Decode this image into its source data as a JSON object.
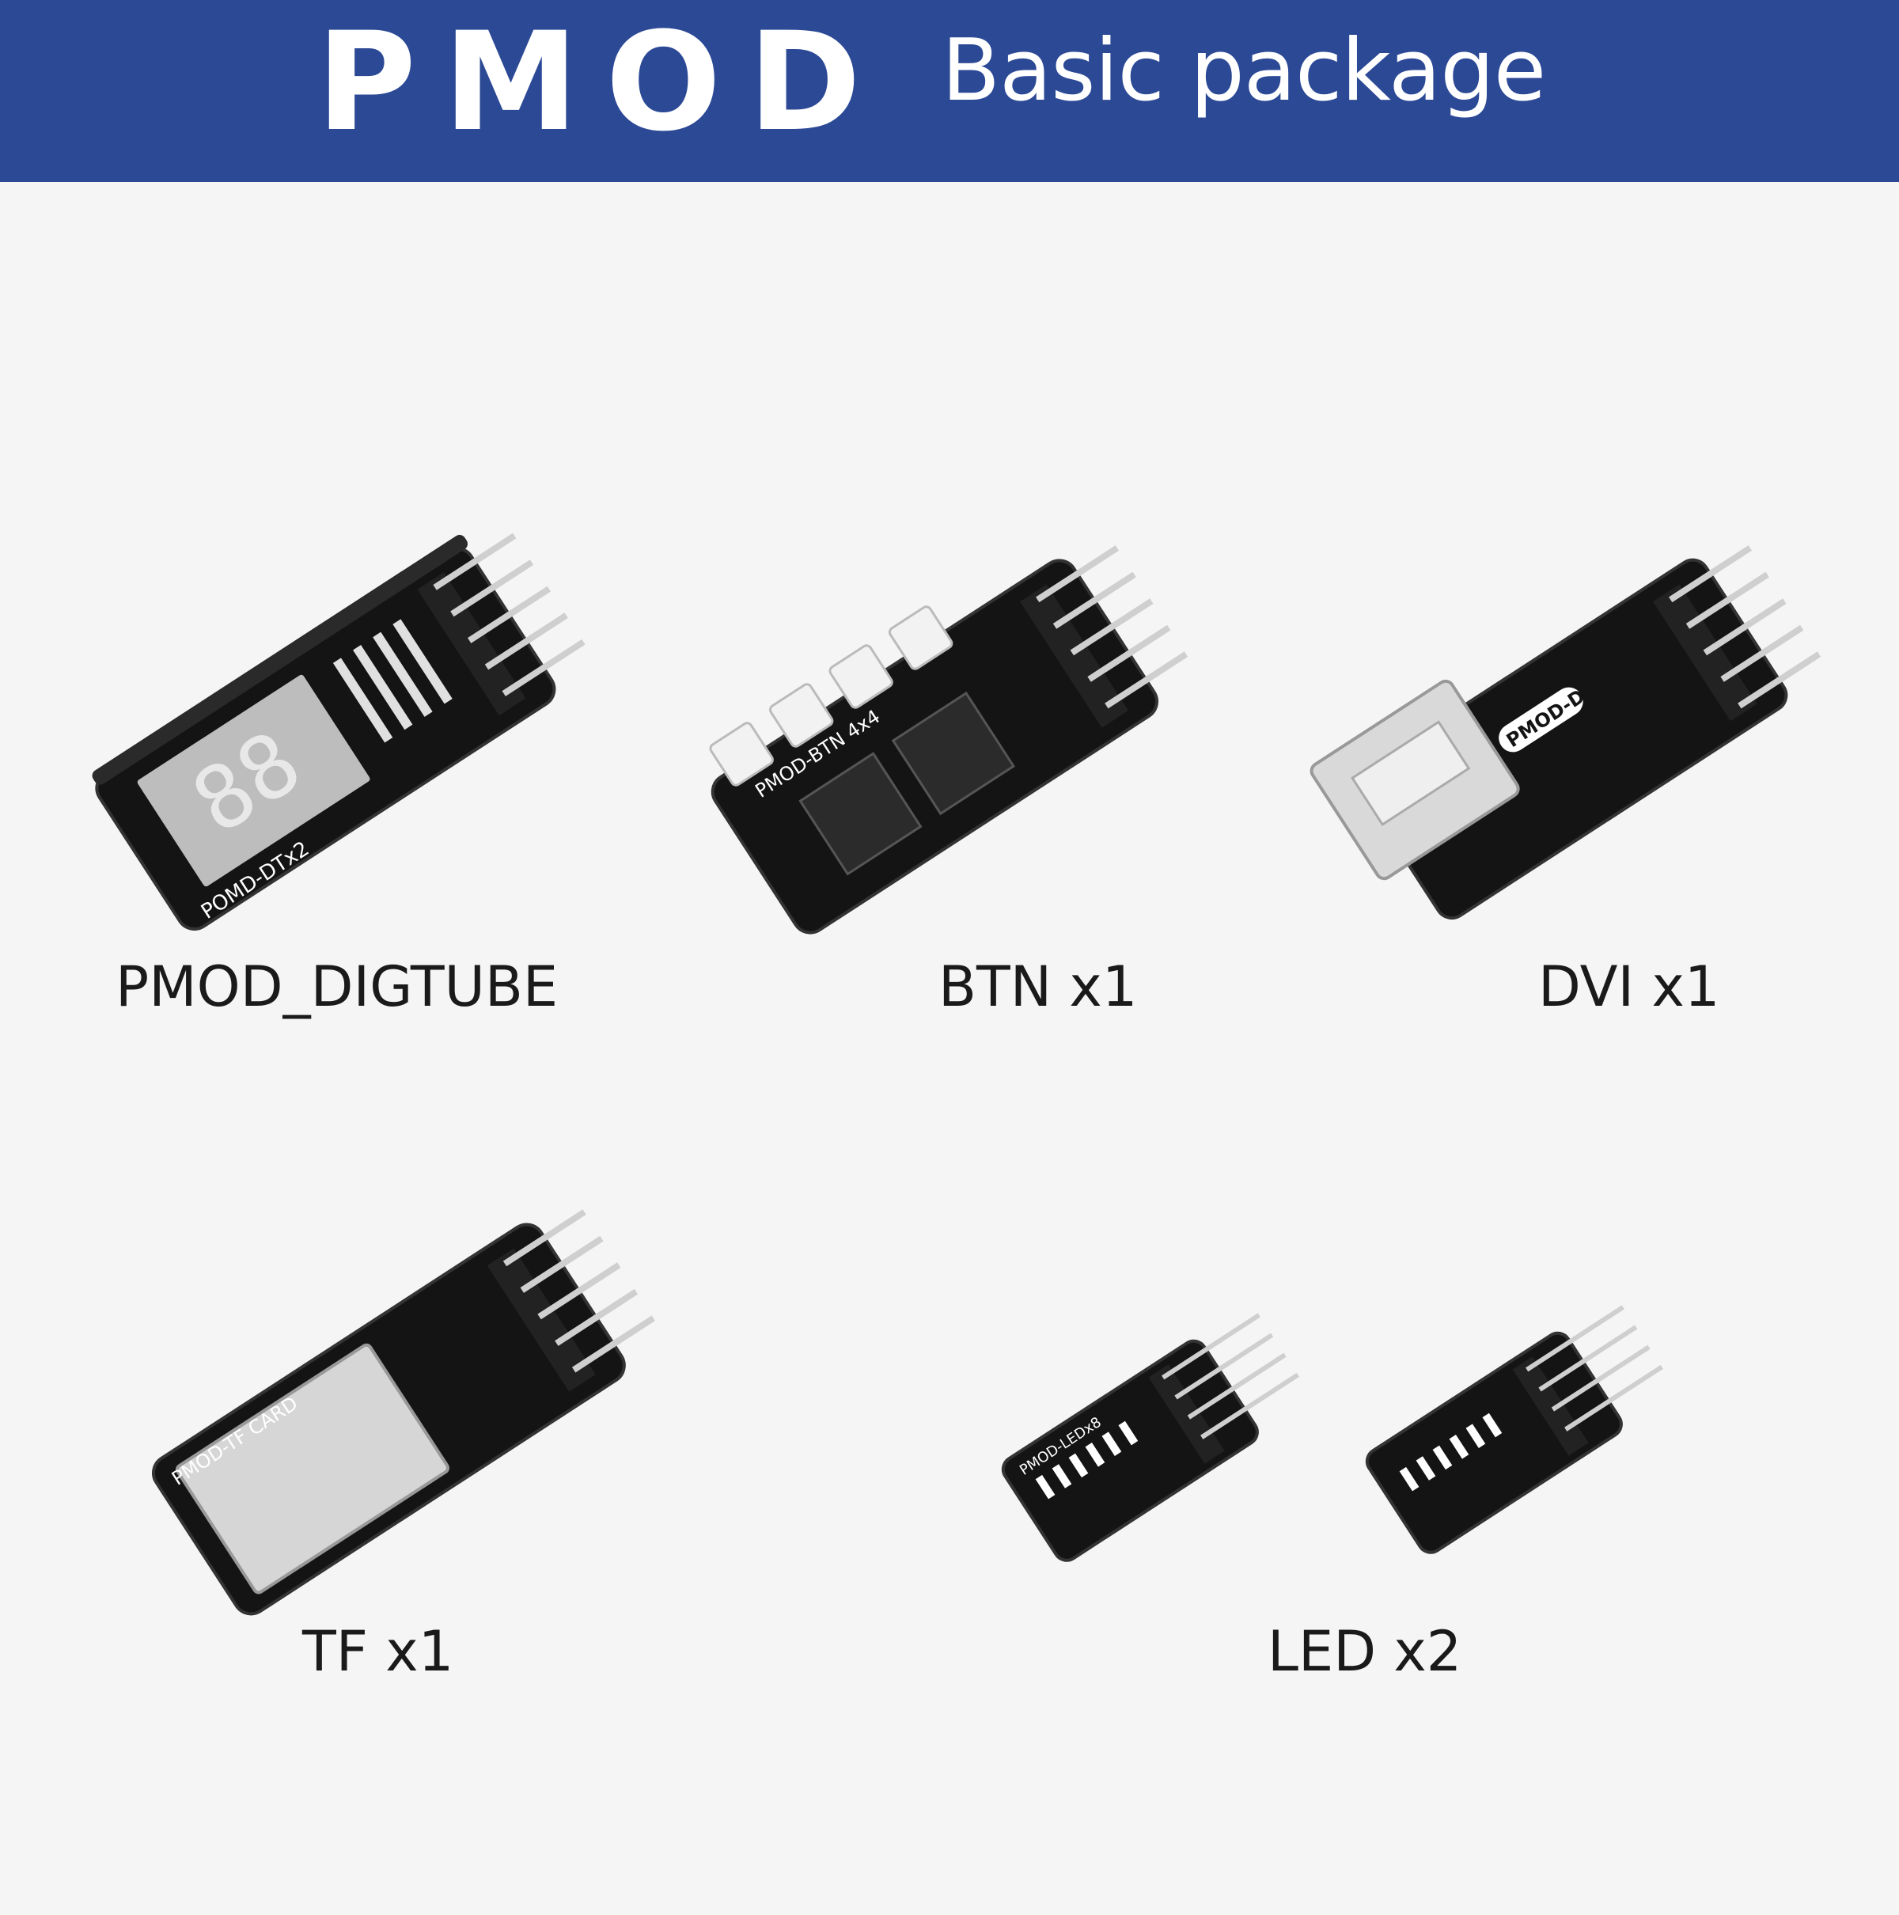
{
  "header": {
    "title": "PMOD",
    "subtitle": "Basic package"
  },
  "colors": {
    "banner": "#2c4996",
    "background": "#f5f5f5",
    "pcb": "#141414",
    "silkscreen": "#ffffff",
    "pins": "#c8c8c8"
  },
  "modules": [
    {
      "caption": "PMOD_DIGTUBE",
      "board_label": "POMD-DTx2",
      "icon": "seven-segment-display-module"
    },
    {
      "caption": "BTN x1",
      "board_label": "PMOD-BTN 4x4",
      "icon": "button-module"
    },
    {
      "caption": "DVI x1",
      "board_label": "PMOD-DVI",
      "icon": "dvi-module"
    },
    {
      "caption": "TF x1",
      "board_label": "PMOD-TF CARD",
      "icon": "tf-card-module"
    },
    {
      "caption": "LED x2",
      "board_label": "PMOD-LEDx8",
      "icon": "led-module"
    }
  ]
}
